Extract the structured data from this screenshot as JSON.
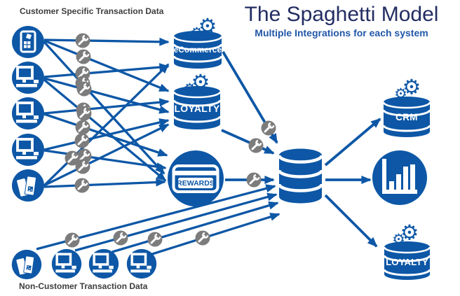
{
  "title": "The Spaghetti Model",
  "subtitle": "Multiple Integrations for each system",
  "groups": {
    "customer": {
      "label": "Customer Specific Transaction Data",
      "sources": [
        {
          "icon": "mobile-coupon-icon"
        },
        {
          "icon": "pos-terminal-icon"
        },
        {
          "icon": "pos-terminal-icon"
        },
        {
          "icon": "pos-terminal-icon"
        },
        {
          "icon": "paper-receipts-icon"
        }
      ]
    },
    "non_customer": {
      "label": "Non-Customer Transaction Data",
      "sources": [
        {
          "icon": "paper-receipts-icon"
        },
        {
          "icon": "pos-terminal-icon"
        },
        {
          "icon": "pos-terminal-icon"
        },
        {
          "icon": "pos-terminal-icon"
        }
      ]
    }
  },
  "middle_systems": [
    {
      "label": "eCommerce",
      "icon": "database-with-gears-icon"
    },
    {
      "label": "LOYALTY",
      "icon": "database-with-gears-icon"
    },
    {
      "label": "REWARDS",
      "icon": "rewards-card-icon"
    }
  ],
  "hub": {
    "icon": "database-icon"
  },
  "right_systems": [
    {
      "label": "CRM",
      "icon": "database-with-gears-icon"
    },
    {
      "label": "",
      "icon": "bar-chart-icon"
    },
    {
      "label": "LOYALTY",
      "icon": "database-with-gears-icon"
    }
  ],
  "integration_point": {
    "icon": "wrench-icon"
  },
  "colors": {
    "primary_blue": "#0D57A6",
    "title_navy": "#232D62",
    "subtitle_blue": "#2157A8",
    "badge_gray": "#7C7C7C",
    "label_gray": "#3D3D3D"
  }
}
